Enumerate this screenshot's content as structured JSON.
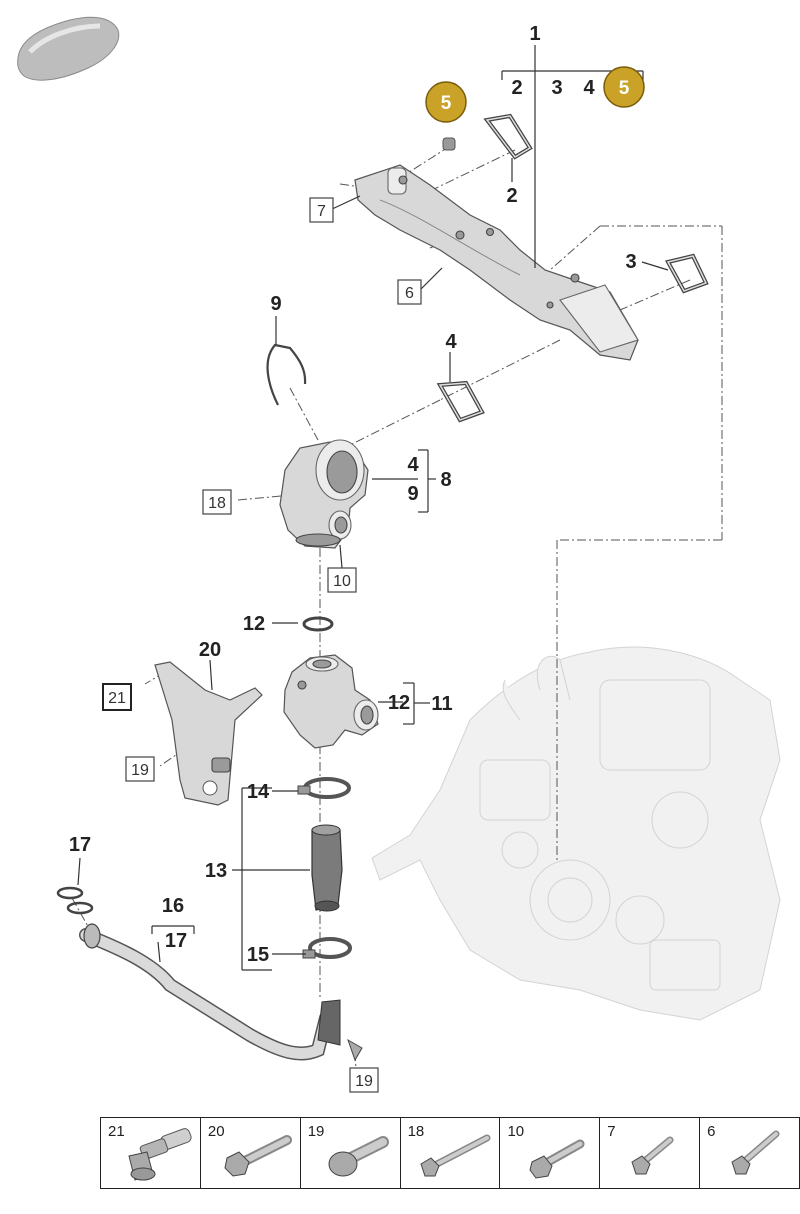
{
  "callouts": {
    "c1": "1",
    "c2a": "2",
    "c3a": "3",
    "c4a": "4",
    "badge_top": "5",
    "badge_left": "5",
    "c2": "2",
    "c7": "7",
    "c6": "6",
    "c3": "3",
    "c9": "9",
    "c4": "4",
    "c18": "18",
    "c4b": "4",
    "c9b": "9",
    "c8": "8",
    "c10": "10",
    "c12": "12",
    "c20": "20",
    "c21": "21",
    "c12b": "12",
    "c11": "11",
    "c19a": "19",
    "c14": "14",
    "c17a": "17",
    "c13": "13",
    "c16": "16",
    "c17b": "17",
    "c15": "15",
    "c19b": "19"
  },
  "bolt_table": {
    "labels": [
      "21",
      "20",
      "19",
      "18",
      "10",
      "7",
      "6"
    ]
  },
  "colors": {
    "badge_fill": "#c9a227",
    "badge_stroke": "#7a5c0a",
    "line": "#333333"
  },
  "icons": [
    "car-silhouette-icon",
    "engine-background-icon"
  ]
}
